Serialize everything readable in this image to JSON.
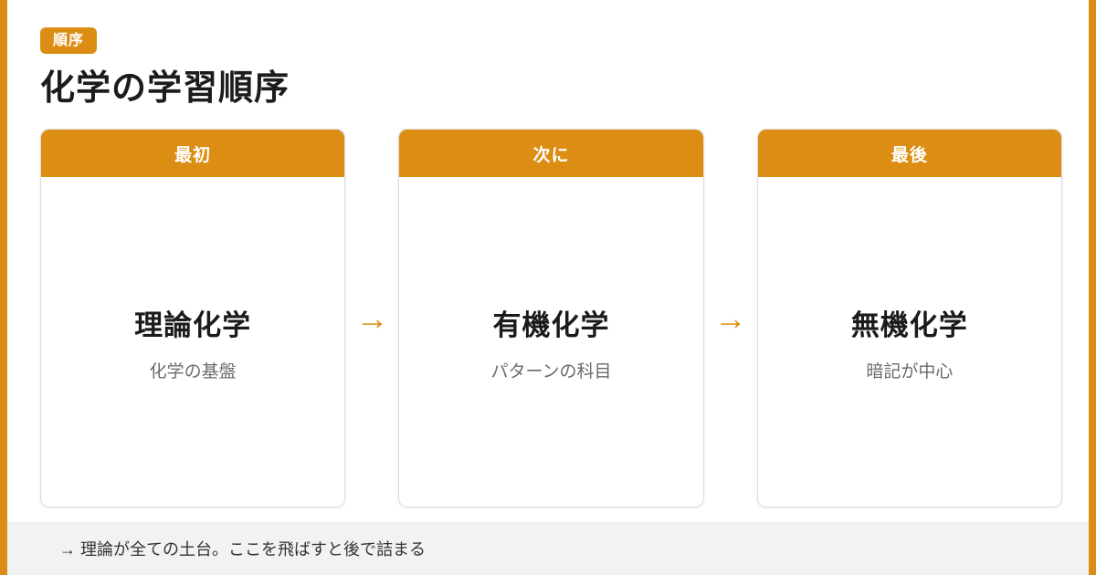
{
  "page": {
    "accent_color": "#dc8e14",
    "background_color": "#ffffff",
    "footer_background_color": "#f2f2f2"
  },
  "header": {
    "badge_label": "順序",
    "title": "化学の学習順序"
  },
  "flow": {
    "arrow_glyph": "→",
    "steps": [
      {
        "stage_label": "最初",
        "title": "理論化学",
        "subtitle": "化学の基盤"
      },
      {
        "stage_label": "次に",
        "title": "有機化学",
        "subtitle": "パターンの科目"
      },
      {
        "stage_label": "最後",
        "title": "無機化学",
        "subtitle": "暗記が中心"
      }
    ]
  },
  "footer": {
    "note": "→ 理論が全ての土台。ここを飛ばすと後で詰まる"
  }
}
